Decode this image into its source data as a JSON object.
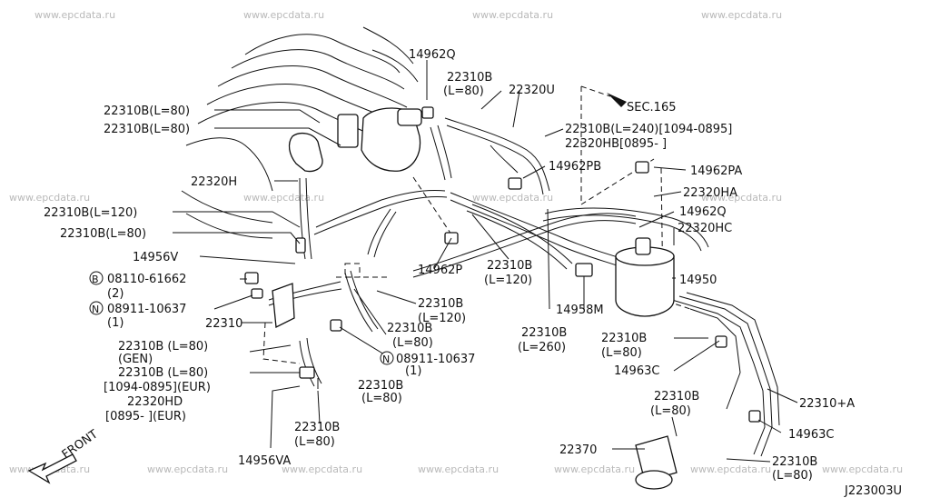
{
  "watermark": "www.epcdata.ru",
  "diagram_code": "J223003U",
  "front_label": "FRONT",
  "labels": {
    "p14962Q_top": "14962Q",
    "p22310B_L80_top_a": "22310B",
    "p22310B_L80_top_b": "(L=80)",
    "p22320U": "22320U",
    "sec165": "SEC.165",
    "p22310B_left1": "22310B(L=80)",
    "p22310B_left2": "22310B(L=80)",
    "p22310B_L240": "22310B(L=240)[1094-0895]",
    "p22320HB": "22320HB[0895-      ]",
    "p14962PB": "14962PB",
    "p14962PA": "14962PA",
    "p22320H": "22320H",
    "p22320HA": "22320HA",
    "p22310B_L120_left": "22310B(L=120)",
    "p14962Q_right": "14962Q",
    "p22310B_L80_left3": "22310B(L=80)",
    "p22320HC": "22320HC",
    "p14956V": "14956V",
    "p22310B_L120_mid_a": "22310B",
    "p22310B_L120_mid_b": "(L=120)",
    "p08110": "08110-61662",
    "p08110_qty": "(2)",
    "p14962P": "14962P",
    "p14950": "14950",
    "p08911_left": "08911-10637",
    "p08911_left_qty": "(1)",
    "p22310B_L120_low_a": "22310B",
    "p22310B_L120_low_b": "(L=120)",
    "p14958M": "14958M",
    "p22310": "22310",
    "p22310B_L80_mid_a": "22310B",
    "p22310B_L80_mid_b": "(L=80)",
    "p22310B_L260_a": "22310B",
    "p22310B_L260_b": "(L=260)",
    "p22310B_L80_right_a": "22310B",
    "p22310B_L80_right_b": "(L=80)",
    "p22310B_gen_a": "22310B (L=80)",
    "p22310B_gen_b": "(GEN)",
    "p08911_mid": "08911-10637",
    "p08911_mid_qty": "(1)",
    "p22310B_eur_a": "22310B (L=80)",
    "p22310B_eur_b": "[1094-0895](EUR)",
    "p14963C_a": "14963C",
    "p22310B_L80_low_a": "22310B",
    "p22310B_L80_low_b": "(L=80)",
    "p22320HD_a": "22320HD",
    "p22320HD_b": "[0895-     ](EUR)",
    "p22310plusA": "22310+A",
    "p22310B_L80_bottom_a": "22310B",
    "p22310B_L80_bottom_b": "(L=80)",
    "p22310B_L80_center_a": "22310B",
    "p22310B_L80_center_b": "(L=80)",
    "p14963C_b": "14963C",
    "p14956VA": "14956VA",
    "p22370": "22370",
    "p22310B_L80_br_a": "22310B",
    "p22310B_L80_br_b": "(L=80)",
    "circle_B": "B",
    "circle_N1": "N",
    "circle_N2": "N"
  }
}
